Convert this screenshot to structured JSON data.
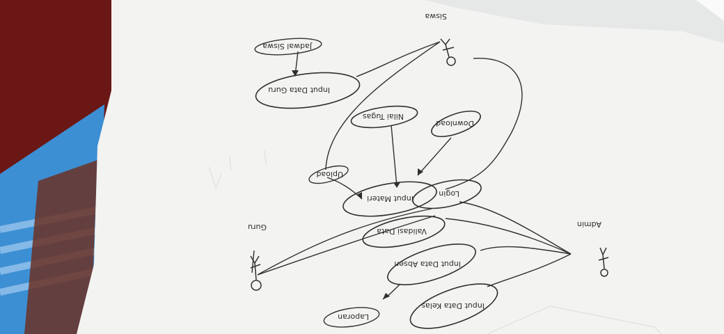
{
  "photo": {
    "subject": "hand-drawn use case diagram on paper, photographed upside down",
    "colors": {
      "paper": "#f3f3f1",
      "paper_shadow": "#d7d8d8",
      "background_cloth": "#6b1716",
      "blue_towel": "#3d8fd3",
      "ink": "#2f2f2f"
    }
  },
  "diagram": {
    "actors": {
      "top": "Siswa",
      "bottom_left": "Guru",
      "bottom_right": "Admin"
    },
    "use_cases": {
      "input_data_guru": "Input Data Guru",
      "input_materi": "Input Materi",
      "nilai_tugas": "Nilai Tugas",
      "download": "Download",
      "upload": "Upload",
      "login": "Login",
      "validasi_data": "Validasi Data",
      "input_data_absen": "Input Data Absen",
      "input_data_kelas": "Input Data Kelas",
      "laporan": "Laporan",
      "jadwal_siswa": "Jadwal Siswa"
    }
  }
}
